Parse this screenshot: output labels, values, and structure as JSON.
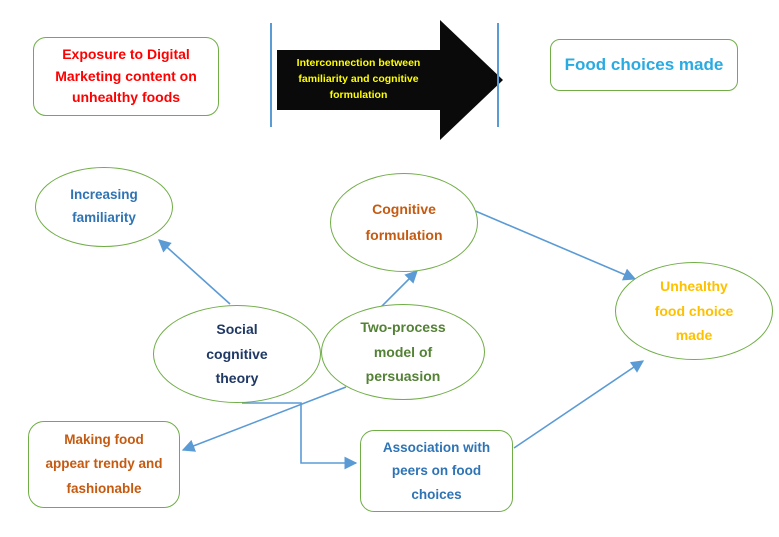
{
  "colors": {
    "shape-border": "#70AD47",
    "connector": "#5B9BD5",
    "arrow-fill": "#0A0A0A",
    "text-red": "#FF0000",
    "text-yellow": "#FFFF00",
    "text-bright-blue": "#29ABE2",
    "text-steel-blue": "#2E74B5",
    "text-orange": "#C55A11",
    "text-navy": "#1F3864",
    "text-green": "#538135",
    "text-gold": "#FFC000"
  },
  "header": {
    "exposure_box": "Exposure to Digital Marketing content on unhealthy foods",
    "arrow_label": "Interconnection between familiarity and cognitive formulation",
    "food_choices_box": "Food choices made"
  },
  "nodes": {
    "increasing_familiarity": "Increasing familiarity",
    "cognitive_formulation": "Cognitive formulation",
    "social_cognitive_theory": "Social cognitive theory",
    "two_process_model": "Two-process model of persuasion",
    "unhealthy_food_choice": "Unhealthy food choice made",
    "making_food_trendy": "Making food appear trendy and fashionable",
    "association_with_peers": "Association with peers on food choices"
  },
  "connections": [
    "social-cognitive-theory to increasing-familiarity",
    "two-process-model to cognitive-formulation",
    "cognitive-formulation to unhealthy-food-choice",
    "two-process-model to making-food-trendy",
    "social-cognitive-theory to association-with-peers",
    "association-with-peers to unhealthy-food-choice"
  ]
}
